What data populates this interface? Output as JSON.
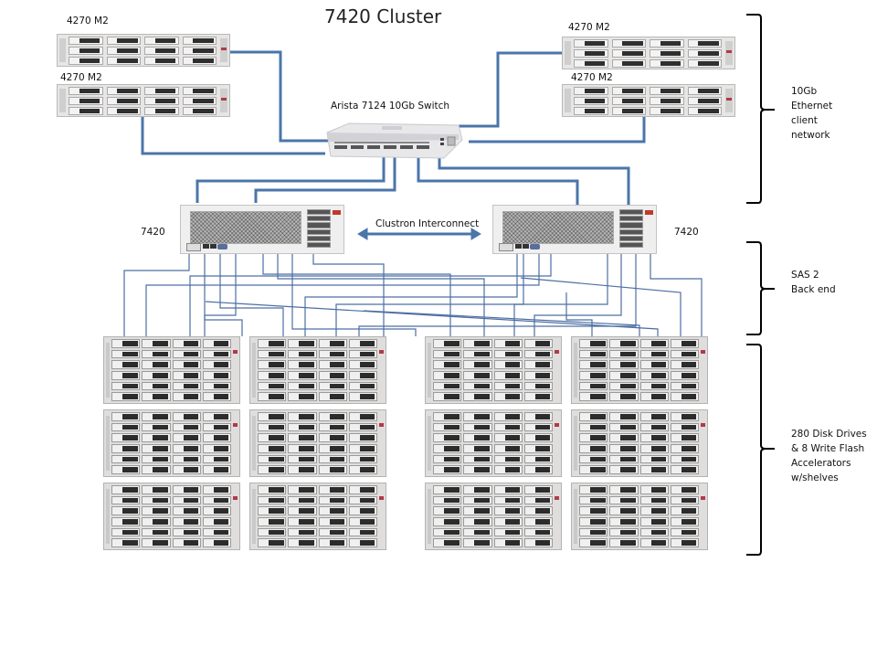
{
  "title": "7420 Cluster",
  "client_servers": [
    {
      "label": "4270 M2",
      "side": "left"
    },
    {
      "label": "4270 M2",
      "side": "left"
    },
    {
      "label": "4270 M2",
      "side": "right"
    },
    {
      "label": "4270 M2",
      "side": "right"
    }
  ],
  "switch": {
    "label": "Arista 7124 10Gb Switch"
  },
  "controllers": [
    {
      "label": "7420"
    },
    {
      "label": "7420"
    }
  ],
  "interconnect": {
    "label": "Clustron Interconnect"
  },
  "disk_shelves": {
    "count": 12,
    "columns": 4,
    "rows": 3
  },
  "brackets": [
    {
      "label_lines": [
        "10Gb",
        "Ethernet",
        "client",
        "network"
      ]
    },
    {
      "label_lines": [
        "SAS 2",
        "Back end"
      ]
    },
    {
      "label_lines": [
        "280 Disk Drives",
        "& 8 Write Flash",
        "Accelerators",
        "w/shelves"
      ]
    }
  ],
  "colors": {
    "ethernet_link": "#4a76aa",
    "sas_link": "#4d6fa3",
    "interconnect_arrow": "#4a76aa",
    "bracket": "#000000"
  }
}
